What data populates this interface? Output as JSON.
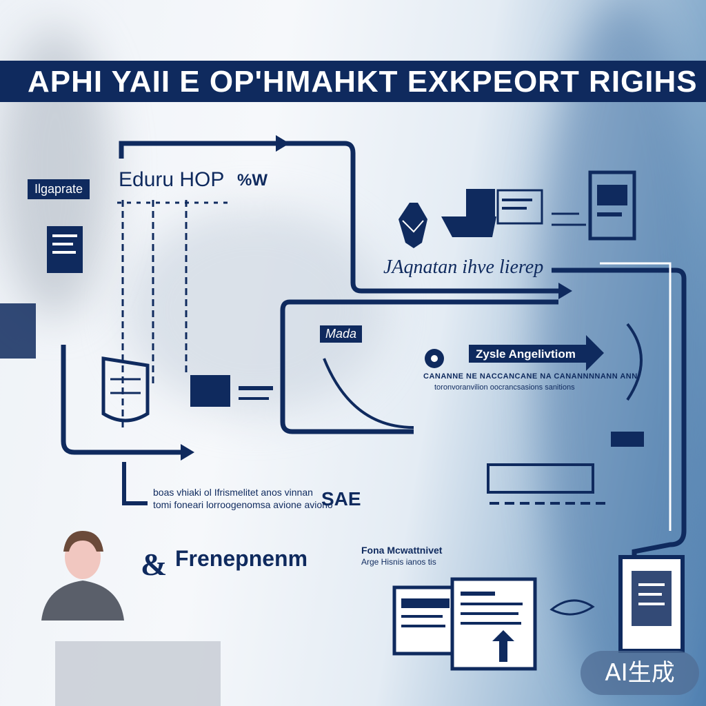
{
  "title": "APHI YAII E OP'HMAHKT EXKPEORT RIGIHS",
  "labels": {
    "tag_left": "Ilgaprate",
    "eduru": "Eduru HOP",
    "eduru_suffix": "%W",
    "japnatan": "JAqnatan ihve lierep",
    "mada": "Mada",
    "zysle": "Zysle Angelivtiom",
    "zysle_sub1": "CANANNE NE NACCANCANE NA CANANNNNANN ANN",
    "zysle_sub2": "toronvoranvilion oocrancsasions sanitions",
    "note_line1": "boas vhiaki ol Ifrismelitet anos vinnan",
    "note_line2": "tomi foneari lorroogenomsa avione aviono",
    "note_tag": "SAE",
    "frenepnenm": "Frenepnenm",
    "fona_line1": "Fona Mcwattnivet",
    "fona_line2": "Arge Hisnis ianos tis",
    "ai_badge": "AI生成"
  },
  "colors": {
    "navy": "#0f2a5e",
    "light_bg": "#eef2f7",
    "blue_right": "#4f7fb0"
  }
}
